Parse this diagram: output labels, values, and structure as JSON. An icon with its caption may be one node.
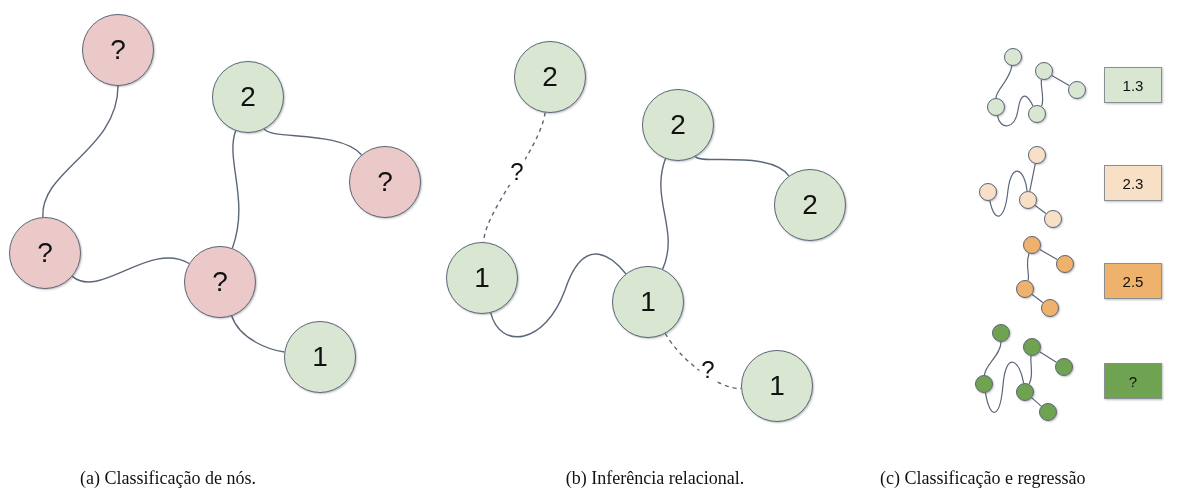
{
  "diagram": {
    "nodes": [
      {
        "text": [
          "?"
        ]
      },
      {
        "text": [
          "2"
        ]
      },
      {
        "text": [
          "?"
        ]
      },
      {
        "text": [
          "?"
        ]
      },
      {
        "text": [
          "?"
        ]
      },
      {
        "text": [
          "1"
        ]
      },
      {
        "text": [
          "2"
        ]
      },
      {
        "text": [
          "2"
        ]
      },
      {
        "text": [
          "2"
        ]
      },
      {
        "text": [
          "1"
        ]
      },
      {
        "text": [
          "1"
        ]
      },
      {
        "text": [
          "1"
        ]
      },
      {
        "text": [],
        "shape": "circle"
      },
      {
        "text": [],
        "shape": "circle"
      },
      {
        "text": [],
        "shape": "circle"
      },
      {
        "text": [],
        "shape": "circle"
      },
      {
        "text": [],
        "shape": "circle"
      },
      {
        "text": [
          "1.3"
        ]
      },
      {
        "text": [],
        "shape": "circle"
      },
      {
        "text": [],
        "shape": "circle"
      },
      {
        "text": [],
        "shape": "circle"
      },
      {
        "text": [],
        "shape": "circle"
      },
      {
        "text": [
          "2.3"
        ]
      },
      {
        "text": [],
        "shape": "circle"
      },
      {
        "text": [],
        "shape": "circle"
      },
      {
        "text": [],
        "shape": "circle"
      },
      {
        "text": [],
        "shape": "circle"
      },
      {
        "text": [
          "2.5"
        ]
      },
      {
        "text": [],
        "shape": "circle"
      },
      {
        "text": [],
        "shape": "circle"
      },
      {
        "text": [],
        "shape": "circle"
      },
      {
        "text": [],
        "shape": "circle"
      },
      {
        "text": [],
        "shape": "circle"
      },
      {
        "text": [],
        "shape": "circle"
      },
      {
        "text": [
          "?"
        ]
      }
    ],
    "edges": [
      {
        "from": 0,
        "to": 3,
        "arrow": "none"
      },
      {
        "from": 3,
        "to": 4,
        "arrow": "none"
      },
      {
        "from": 1,
        "to": 4,
        "arrow": "none"
      },
      {
        "from": 1,
        "to": 2,
        "arrow": "none"
      },
      {
        "from": 4,
        "to": 5,
        "arrow": "none"
      },
      {
        "from": 6,
        "to": 9,
        "arrow": "none",
        "label": "?",
        "style": "dashed"
      },
      {
        "from": 7,
        "to": 8,
        "arrow": "none"
      },
      {
        "from": 7,
        "to": 10,
        "arrow": "none"
      },
      {
        "from": 9,
        "to": 10,
        "arrow": "none"
      },
      {
        "from": 10,
        "to": 11,
        "arrow": "none",
        "label": "?",
        "style": "dashed"
      },
      {
        "from": 12,
        "to": 15,
        "arrow": "none"
      },
      {
        "from": 15,
        "to": 16,
        "arrow": "none"
      },
      {
        "from": 13,
        "to": 16,
        "arrow": "none"
      },
      {
        "from": 13,
        "to": 14,
        "arrow": "none"
      },
      {
        "from": 18,
        "to": 20,
        "arrow": "none"
      },
      {
        "from": 19,
        "to": 20,
        "arrow": "none"
      },
      {
        "from": 20,
        "to": 21,
        "arrow": "none"
      },
      {
        "from": 23,
        "to": 24,
        "arrow": "none"
      },
      {
        "from": 23,
        "to": 25,
        "arrow": "none"
      },
      {
        "from": 25,
        "to": 26,
        "arrow": "none"
      },
      {
        "from": 28,
        "to": 31,
        "arrow": "none"
      },
      {
        "from": 31,
        "to": 32,
        "arrow": "none"
      },
      {
        "from": 29,
        "to": 32,
        "arrow": "none"
      },
      {
        "from": 29,
        "to": 30,
        "arrow": "none"
      },
      {
        "from": 32,
        "to": 33,
        "arrow": "none"
      }
    ],
    "labels": [
      "(a) Classificação de nós.",
      "(b) Inferência relacional.",
      "(c) Classificação e regressão"
    ]
  }
}
